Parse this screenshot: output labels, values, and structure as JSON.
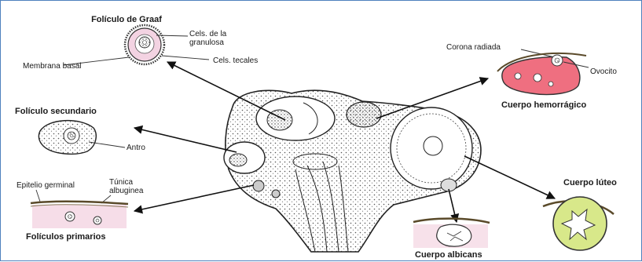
{
  "labels": {
    "graaf_title": "Folículo de Graaf",
    "granulosa_1": "Cels. de la",
    "granulosa_2": "granulosa",
    "tecales": "Cels. tecales",
    "membrana": "Membrana basal",
    "secundario_title": "Folículo secundario",
    "antro": "Antro",
    "epitelio": "Epitelio germinal",
    "tunica_1": "Túnica",
    "tunica_2": "albuginea",
    "primarios_title": "Folículos primarios",
    "corona": "Corona radiada",
    "ovocito": "Ovocito",
    "hemorragico_title": "Cuerpo hemorrágico",
    "luteo_title": "Cuerpo lúteo",
    "albicans_title": "Cuerpo albicans"
  },
  "colors": {
    "graaf_fill": "#f3d3e2",
    "primarios_fill": "#f6dde8",
    "hemorragico_fill": "#ef6f80",
    "luteo_fill": "#d8e88a",
    "albicans_fill": "#f7e1ea",
    "frame": "#4f81bd"
  }
}
